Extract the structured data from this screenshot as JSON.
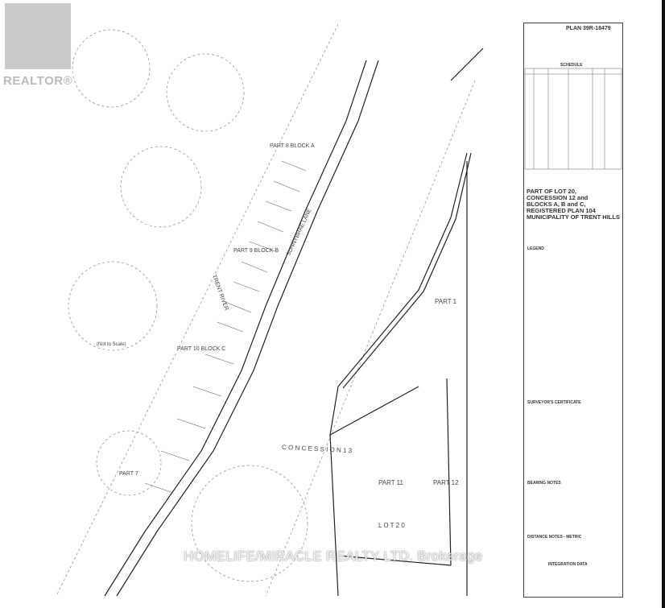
{
  "logo": {
    "text": "REALTOR®"
  },
  "title_block": {
    "plan_number": "PLAN 39R-18479",
    "schedule_heading": "SCHEDULE",
    "title_lines": [
      "PART OF LOT 20,",
      "CONCESSION 12 and",
      "BLOCKS A, B and C,",
      "REGISTERED PLAN 104"
    ],
    "municipality": "MUNICIPALITY OF TRENT HILLS",
    "legend_heading": "LEGEND",
    "surveyors_certificate": "SURVEYOR'S CERTIFICATE",
    "bearing_notes": "BEARING NOTES",
    "distance_notes": "DISTANCE NOTES - METRIC",
    "integration_data": "INTEGRATION DATA"
  },
  "plan_labels": {
    "part_1": "PART 1",
    "part_11": "PART 11",
    "part_12": "PART 12",
    "concession": "C O N C E S S I O N   1 3",
    "lot": "L O T   2 0",
    "trent_river": "TRENT RIVER",
    "sunnybrae_lane": "SUNNYBRAE LANE",
    "block_a": "PART 8 BLOCK A",
    "block_b": "PART 9 BLOCK B",
    "block_c": "PART 10 BLOCK C",
    "part_7": "PART 7",
    "detail_not_to_scale": "(Not to Scale)"
  },
  "watermark": "HOMELIFE/MIRACLE REALTY LTD. Brokerage"
}
